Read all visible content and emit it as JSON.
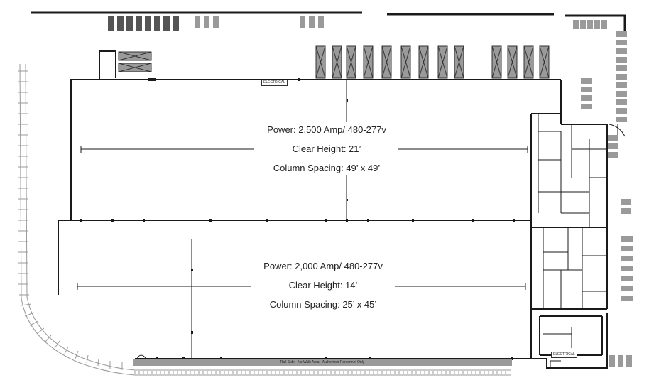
{
  "north_building": {
    "power": "Power: 2,500 Amp/ 480-277v",
    "clear_height": "Clear Height: 21’",
    "column_spacing": "Column Spacing: 49’ x 49’"
  },
  "south_building": {
    "power": "Power: 2,000 Amp/ 480-277v",
    "clear_height": "Clear Height: 14’",
    "column_spacing": "Column Spacing: 25’ x 45’"
  },
  "tags": {
    "electrical_north": "ELECTRICAL",
    "electrical_south": "ELECTRICAL"
  },
  "rail_notice": "Rail Side - No Walk Area - Authorized Personnel Only",
  "colors": {
    "line": "#1a1a1a",
    "truck": "#9a9a9a",
    "rail": "#999999"
  }
}
